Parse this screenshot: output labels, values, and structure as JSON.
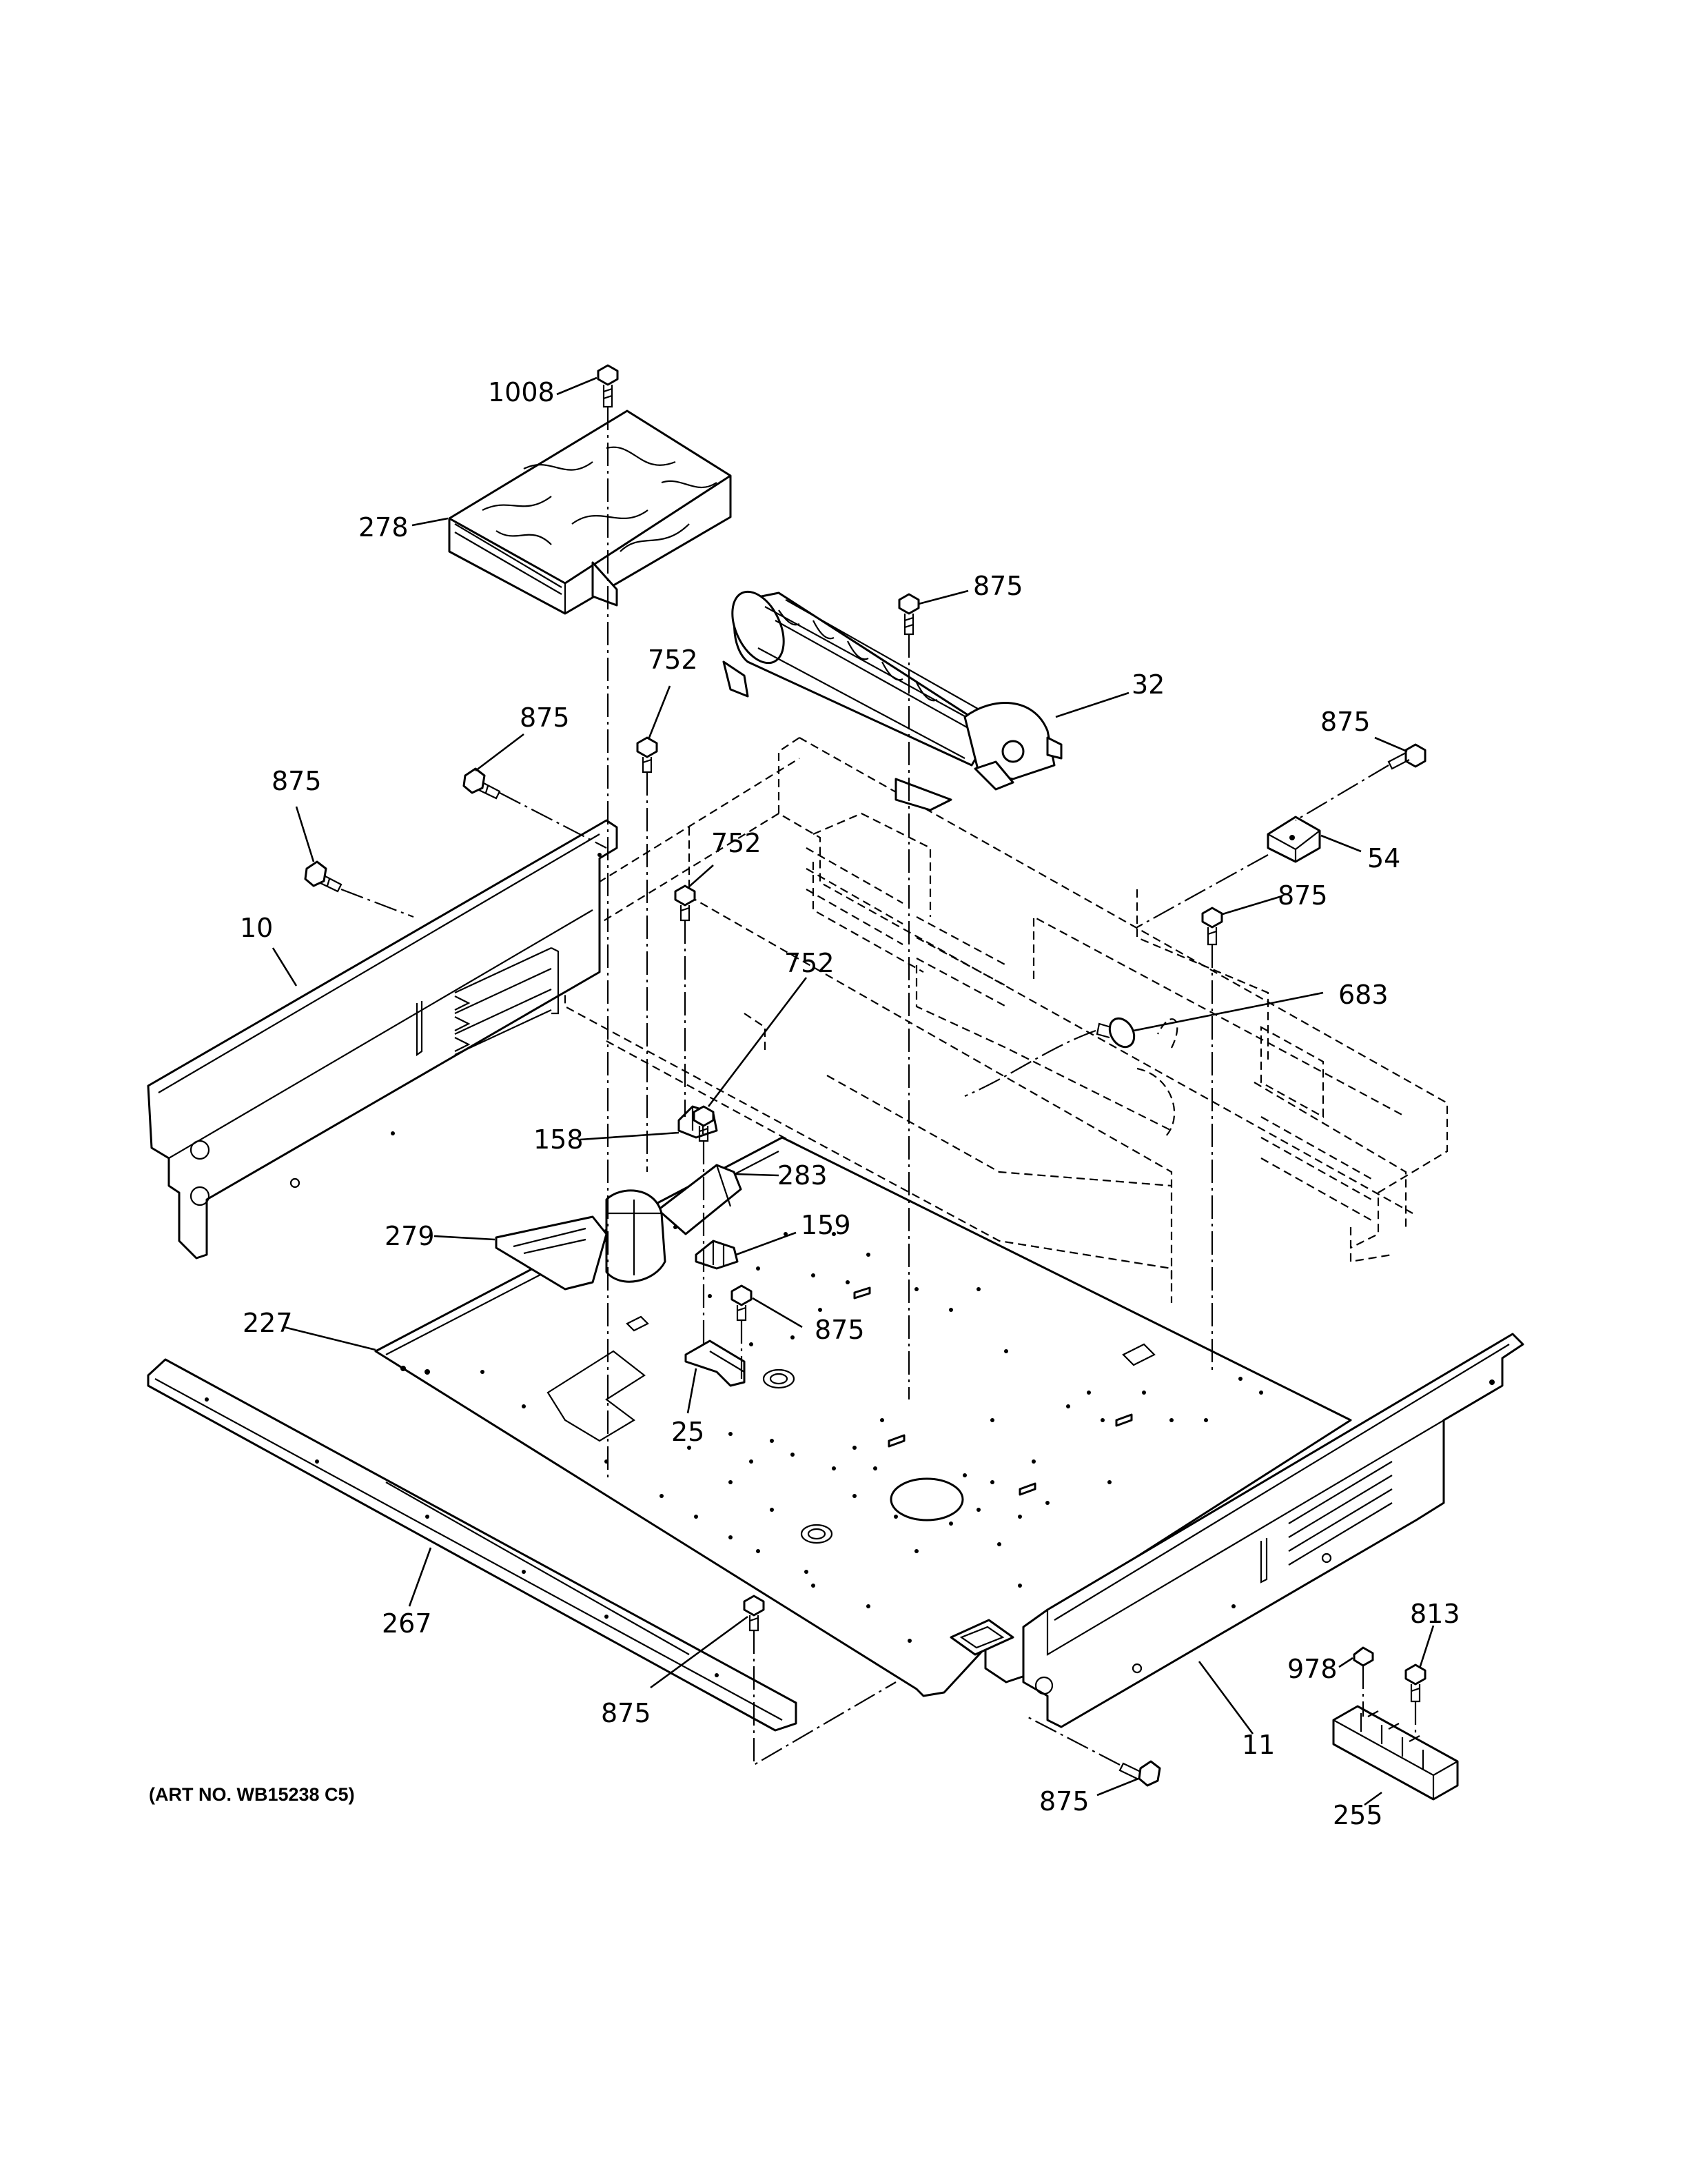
{
  "labels": {
    "p1008": "1008",
    "p278": "278",
    "p875_fan": "875",
    "p32": "32",
    "p752_a": "752",
    "p752_b": "752",
    "p752_c": "752",
    "p875_left_a": "875",
    "p875_left_b": "875",
    "p875_right_top": "875",
    "p54": "54",
    "p875_right_mid": "875",
    "p683": "683",
    "p10": "10",
    "p158": "158",
    "p283": "283",
    "p279": "279",
    "p159": "159",
    "p875_center": "875",
    "p227": "227",
    "p25": "25",
    "p267": "267",
    "p875_bottom_left": "875",
    "p11": "11",
    "p813": "813",
    "p978": "978",
    "p875_bottom_right": "875",
    "p255": "255"
  },
  "art_number": "(ART NO. WB15238 C5)"
}
